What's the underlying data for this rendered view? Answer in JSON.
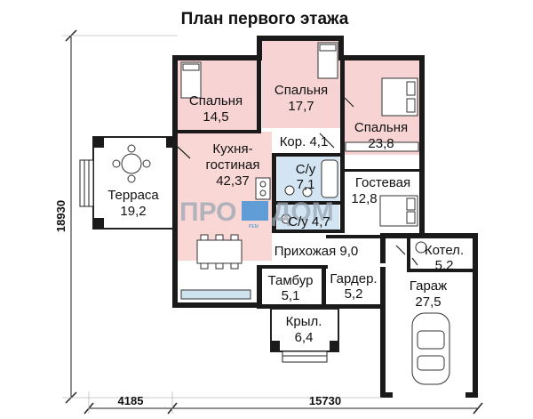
{
  "title": "План первого этажа",
  "watermark": {
    "left": "ПРО",
    "right": "ДОМ",
    "sub": "РЕМ"
  },
  "rooms": {
    "bedroom1": {
      "name": "Спальня",
      "area": "14,5"
    },
    "bedroom2": {
      "name": "Спальня",
      "area": "17,7"
    },
    "bedroom3": {
      "name": "Спальня",
      "area": "23,8"
    },
    "corridor": {
      "label": "Кор. 4,1"
    },
    "kitchen": {
      "name1": "Кухня-",
      "name2": "гостиная",
      "area": "42,37"
    },
    "bath1": {
      "name": "С/у",
      "area": "7,1"
    },
    "bath2": {
      "label": "С/у 4,7"
    },
    "guest": {
      "name": "Гостевая",
      "area": "12,8"
    },
    "terrace": {
      "name": "Терраса",
      "area": "19,2"
    },
    "hall": {
      "label": "Прихожая 9,0"
    },
    "boiler": {
      "name": "Котел.",
      "area": "5,2"
    },
    "vestibule": {
      "name": "Тамбур",
      "area": "5,1"
    },
    "wardrobe": {
      "name": "Гардер.",
      "area": "5,2"
    },
    "garage": {
      "name": "Гараж",
      "area": "27,5"
    },
    "porch": {
      "name": "Крыл.",
      "area": "6,4"
    }
  },
  "dimensions": {
    "total_height": "18930",
    "terrace_width": "4185",
    "house_width": "15730"
  },
  "colors": {
    "bedroom": "#f7d3d3",
    "kitchen": "#f9d7d4",
    "bath": "#d3e4f2",
    "wall": "#1a1a1a"
  }
}
